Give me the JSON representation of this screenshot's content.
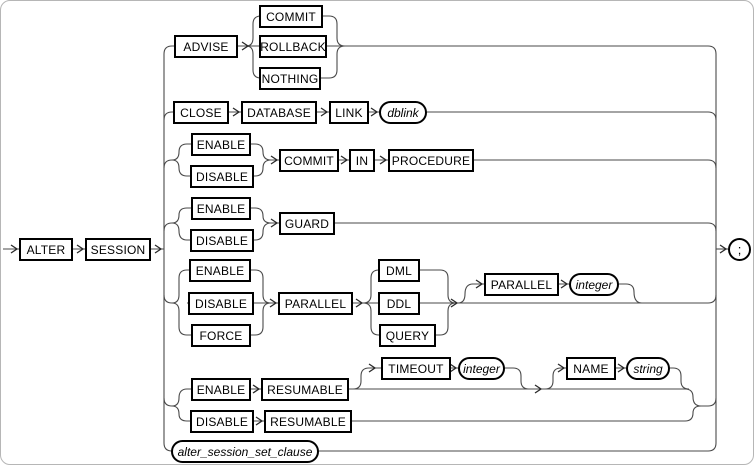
{
  "diagram": {
    "name": "alter_session railroad syntax diagram",
    "terminal": {
      "label": ";"
    },
    "nodes": {
      "alter": "ALTER",
      "session": "SESSION",
      "advise": "ADVISE",
      "commit_opt": "COMMIT",
      "rollback": "ROLLBACK",
      "nothing": "NOTHING",
      "close": "CLOSE",
      "database": "DATABASE",
      "link": "LINK",
      "dblink": "dblink",
      "enable_commit": "ENABLE",
      "disable_commit": "DISABLE",
      "commit_kw": "COMMIT",
      "in_kw": "IN",
      "procedure": "PROCEDURE",
      "enable_guard": "ENABLE",
      "disable_guard": "DISABLE",
      "guard": "GUARD",
      "enable_parallel": "ENABLE",
      "disable_parallel": "DISABLE",
      "force": "FORCE",
      "parallel": "PARALLEL",
      "dml": "DML",
      "ddl": "DDL",
      "query": "QUERY",
      "parallel2": "PARALLEL",
      "integer1": "integer",
      "enable_resumable": "ENABLE",
      "resumable1": "RESUMABLE",
      "timeout": "TIMEOUT",
      "integer2": "integer",
      "name_kw": "NAME",
      "string": "string",
      "disable_resumable": "DISABLE",
      "resumable2": "RESUMABLE",
      "alter_session_set_clause": "alter_session_set_clause"
    }
  }
}
